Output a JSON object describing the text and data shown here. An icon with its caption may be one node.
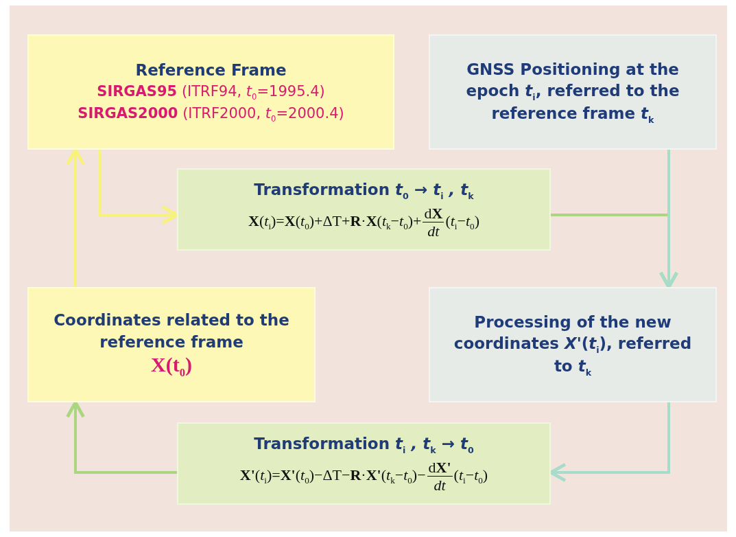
{
  "diagram": {
    "nodes": [
      {
        "text": [
          "Reference Frame",
          "**SIRGAS95** (ITRF94, *t*$_{0}$=1995.4)",
          "**SIRGAS2000** (ITRF2000, *t*$_{0}$=2000.4)"
        ]
      },
      {
        "text": [
          "GNSS Positioning at the epoch *t*$_{i}$, referred to the reference frame *t*$_{k}$"
        ]
      },
      {
        "text": [
          "Transformation *t*$_{0}$ *→* *t*$_{i}$ *,* *t*$_{k}$",
          "**X**(*t*$_{i}$)=**X**(*t*$_{0}$)+ΔT+**R**·**X**(*t*$_{k}$−*t*$_{0}$)+",
          "d**X**",
          "*dt*",
          "(*t*$_{i}$−*t*$_{0}$)"
        ]
      },
      {
        "text": [
          "Coordinates related to the reference frame",
          "X(t$_{0}$)"
        ]
      },
      {
        "text": [
          "Processing of the new coordinates *X'*(*t*$_{i}$), referred to *t*$_{k}$"
        ]
      },
      {
        "text": [
          "Transformation *t*$_{i}$ *,* *t*$_{k}$ *→* *t*$_{0}$",
          "**X'**(*t*$_{i}$)=**X'**(*t*$_{0}$)−ΔT−**R**·**X'**(*t*$_{k}$−*t*$_{0}$)−",
          "d**X'**",
          "*dt*",
          "(*t*$_{i}$−*t*$_{0}$)"
        ]
      }
    ],
    "edges": [
      {
        "from": 0,
        "to": 2,
        "arrow": "to",
        "color": "#f7f27a"
      },
      {
        "from": 2,
        "to": 4,
        "arrow": "to",
        "color": "#a9d67f"
      },
      {
        "from": 1,
        "to": 4,
        "arrow": "to",
        "color": "#a6dcc9"
      },
      {
        "from": 4,
        "to": 5,
        "arrow": "to",
        "color": "#a6dcc9"
      },
      {
        "from": 5,
        "to": 3,
        "arrow": "to",
        "color": "#a9d67f"
      },
      {
        "from": 3,
        "to": 0,
        "arrow": "to",
        "color": "#f7f27a"
      }
    ]
  }
}
